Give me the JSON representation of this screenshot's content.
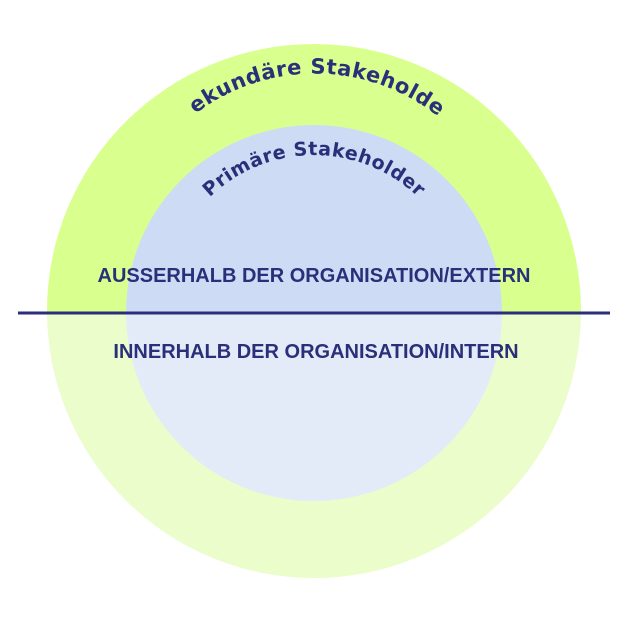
{
  "diagram": {
    "outer_ring_label": "Sekundäre Stakeholder",
    "inner_circle_label": "Primäre Stakeholder",
    "upper_zone_label": "AUSSERHALB DER ORGANISATION/EXTERN",
    "lower_zone_label": "INNERHALB DER ORGANISATION/INTERN"
  },
  "colors": {
    "text": "#2b2f7a",
    "divider": "#2b2f7a",
    "outer_top": "#d9ff8f",
    "outer_bottom": "#eafdca",
    "inner_top": "#cddcf4",
    "inner_bottom": "#e4ebf8"
  }
}
